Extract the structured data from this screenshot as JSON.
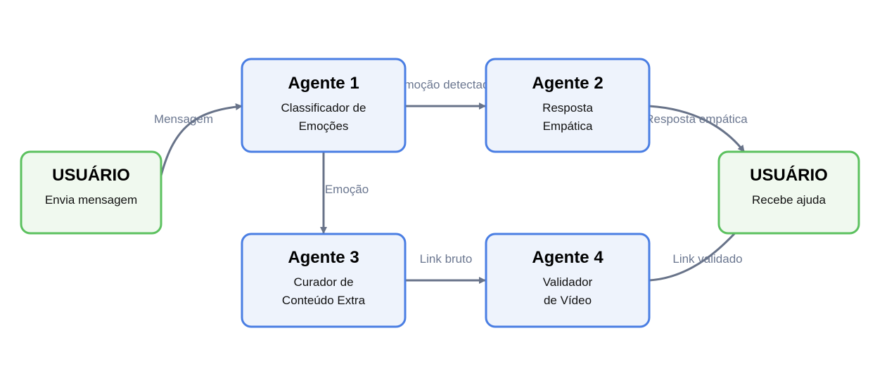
{
  "colors": {
    "agent_border": "#4a7ee3",
    "agent_fill": "#eef3fc",
    "user_border": "#5cc15f",
    "user_fill": "#f0f9ef",
    "edge": "#687389",
    "edge_label": "#6b7790"
  },
  "nodes": {
    "user_in": {
      "title": "USUÁRIO",
      "line1": "Envia mensagem"
    },
    "agent1": {
      "title": "Agente 1",
      "line1": "Classificador de",
      "line2": "Emoções"
    },
    "agent2": {
      "title": "Agente 2",
      "line1": "Resposta",
      "line2": "Empática"
    },
    "agent3": {
      "title": "Agente 3",
      "line1": "Curador de",
      "line2": "Conteúdo Extra"
    },
    "agent4": {
      "title": "Agente 4",
      "line1": "Validador",
      "line2": "de Vídeo"
    },
    "user_out": {
      "title": "USUÁRIO",
      "line1": "Recebe ajuda"
    }
  },
  "edges": {
    "mensagem": "Mensagem",
    "emocao_detectada": "Emoção detectada",
    "emocao": "Emoção",
    "link_bruto": "Link bruto",
    "resposta_empatica": "Resposta empática",
    "link_validado": "Link validado"
  }
}
